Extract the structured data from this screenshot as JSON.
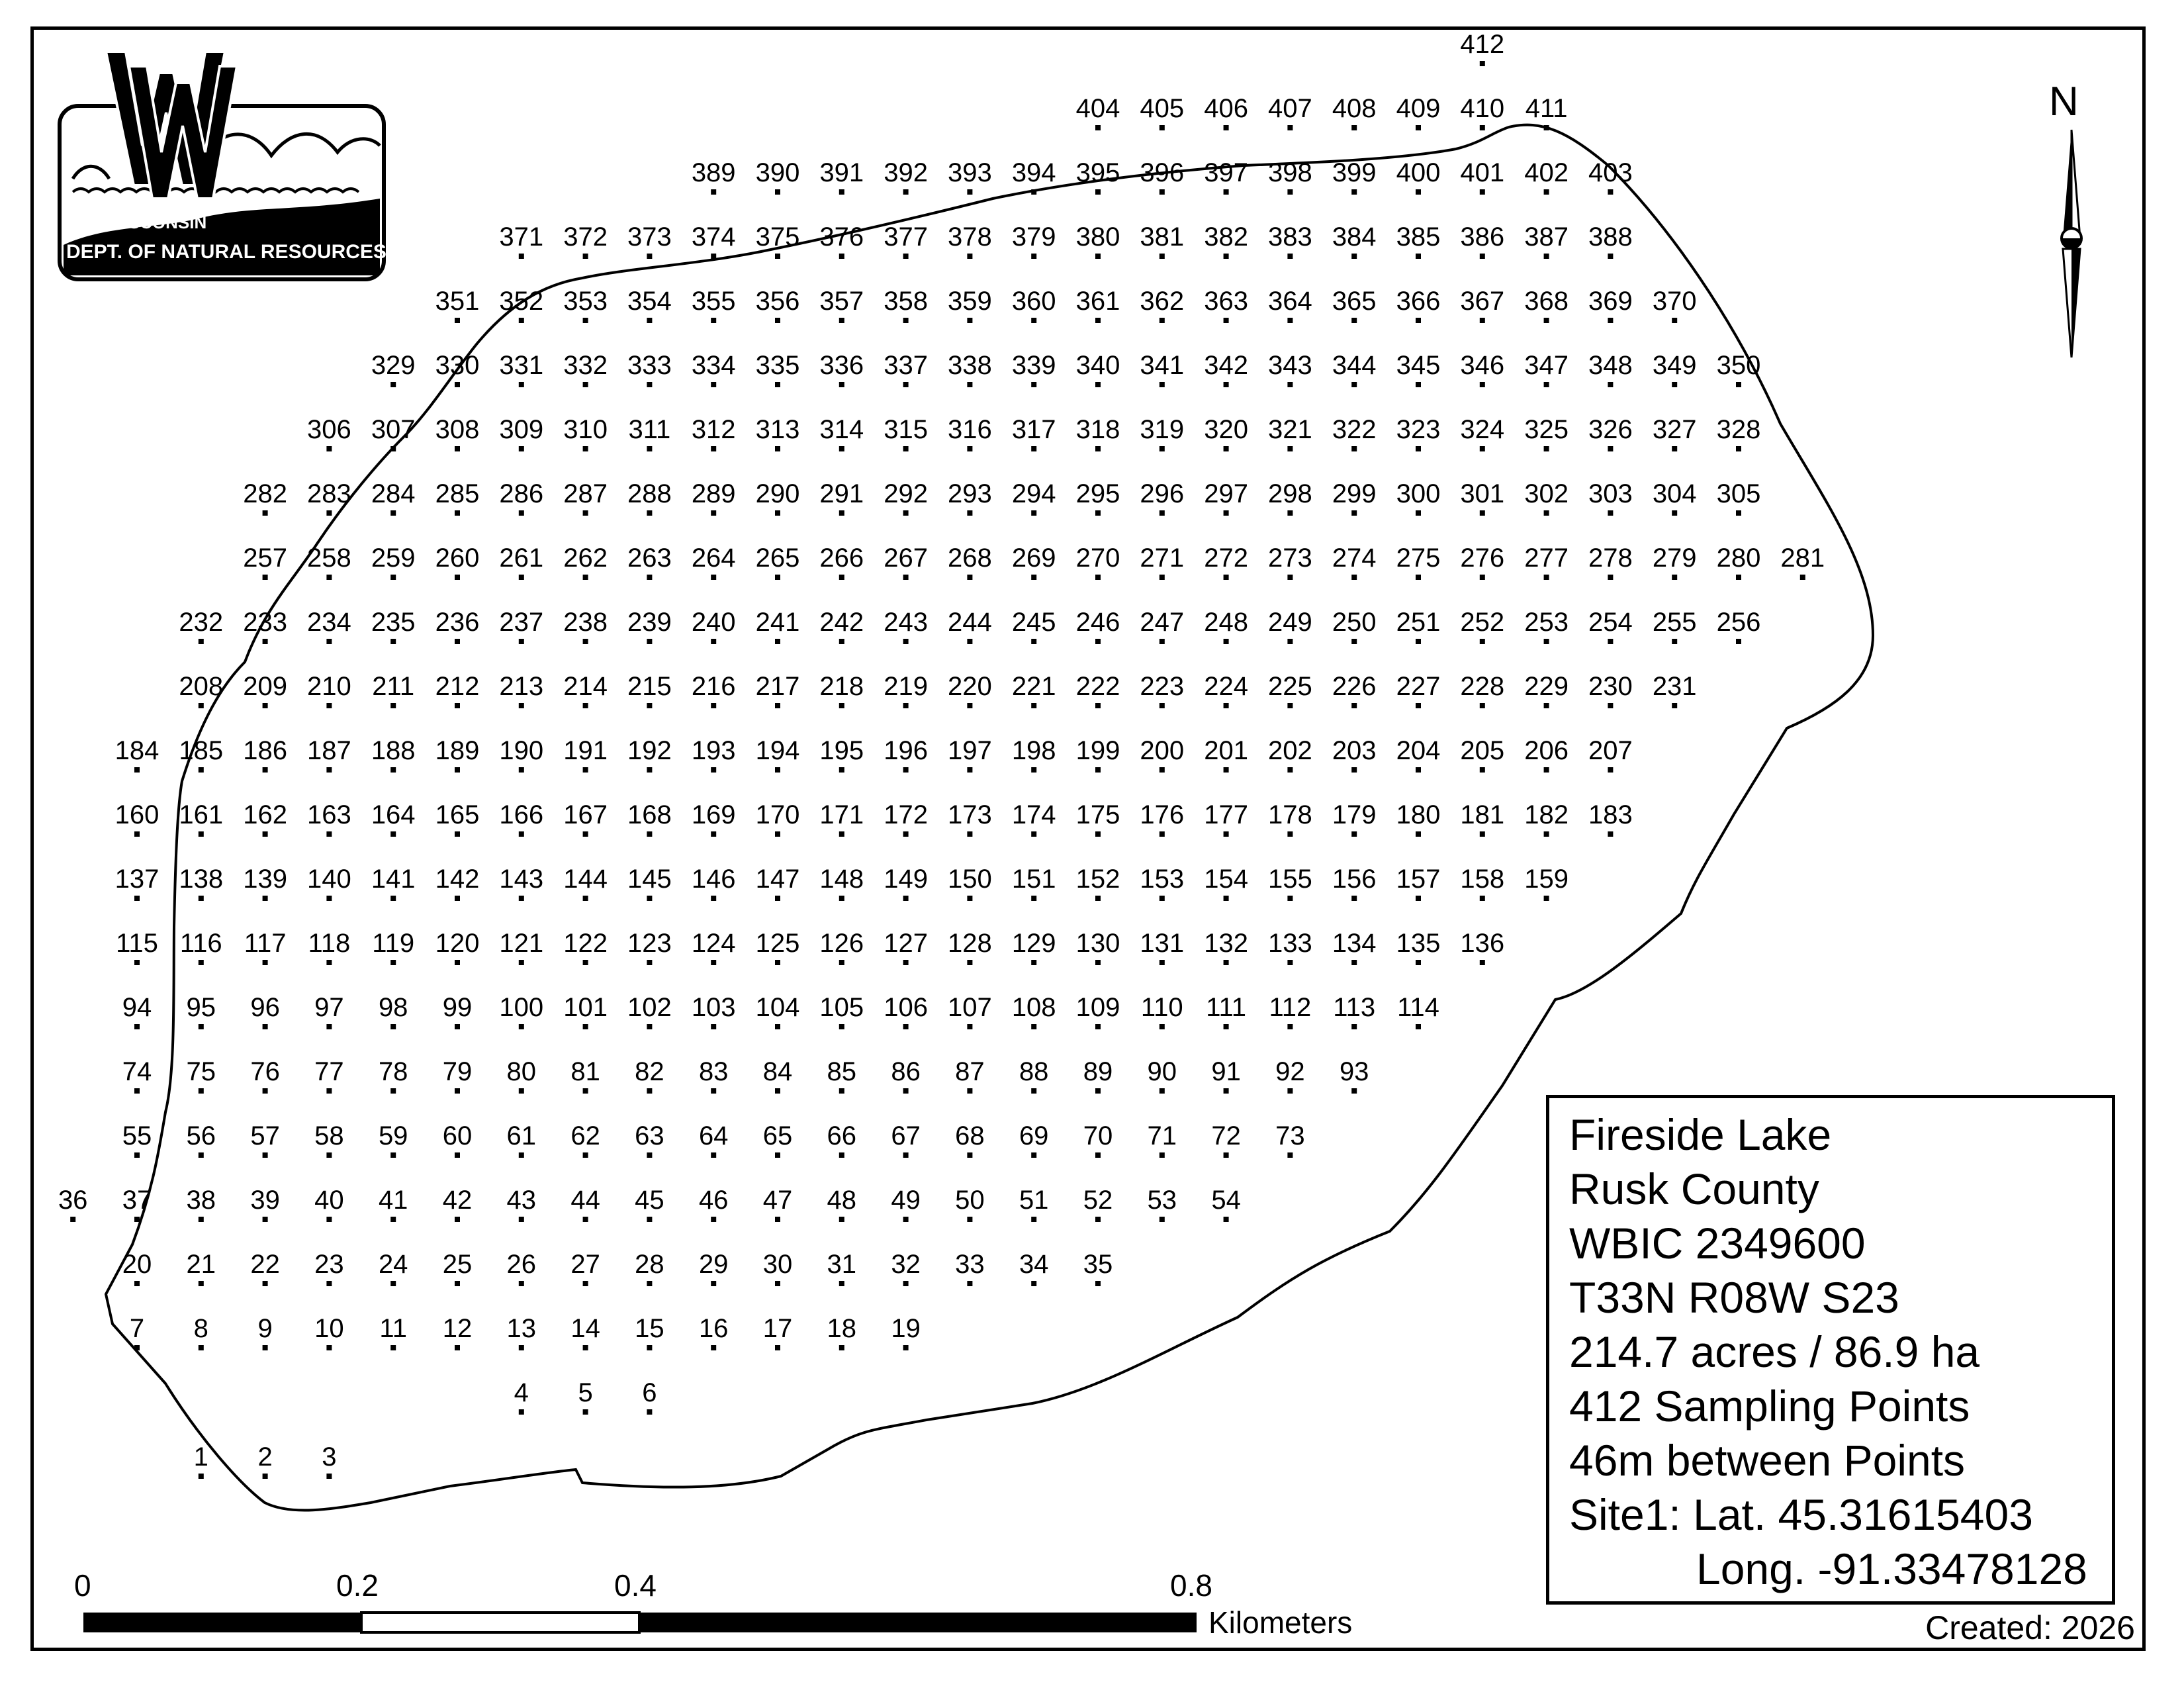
{
  "agency": {
    "line1": "WISCONSIN",
    "line2": "DEPT. OF NATURAL RESOURCES",
    "monogram": "WW"
  },
  "north_arrow": {
    "label": "N",
    "icon": "north-arrow-icon"
  },
  "legend": {
    "lake_name": "Fireside Lake",
    "county": "Rusk County",
    "wbic": "WBIC 2349600",
    "township": "T33N R08W S23",
    "area": "214.7 acres / 86.9 ha",
    "points_count": "412 Sampling Points",
    "spacing": "46m between Points",
    "site_lat": "Site1: Lat. 45.31615403",
    "site_long": "Long. -91.33478128"
  },
  "created": "Created: 2026",
  "scale_bar": {
    "ticks": [
      "0",
      "0.2",
      "0.4",
      "0.8"
    ],
    "unit": "Kilometers"
  },
  "sampling_points": {
    "total": 412,
    "rows": [
      [
        1,
        3
      ],
      [
        4,
        6
      ],
      [
        7,
        19
      ],
      [
        20,
        35
      ],
      [
        36,
        54
      ],
      [
        55,
        73
      ],
      [
        74,
        93
      ],
      [
        94,
        114
      ],
      [
        115,
        136
      ],
      [
        137,
        159
      ],
      [
        160,
        183
      ],
      [
        184,
        207
      ],
      [
        208,
        231
      ],
      [
        232,
        256
      ],
      [
        257,
        281
      ],
      [
        282,
        305
      ],
      [
        306,
        328
      ],
      [
        329,
        350
      ],
      [
        351,
        370
      ],
      [
        371,
        388
      ],
      [
        389,
        403
      ],
      [
        404,
        411
      ],
      [
        412,
        412
      ]
    ]
  }
}
